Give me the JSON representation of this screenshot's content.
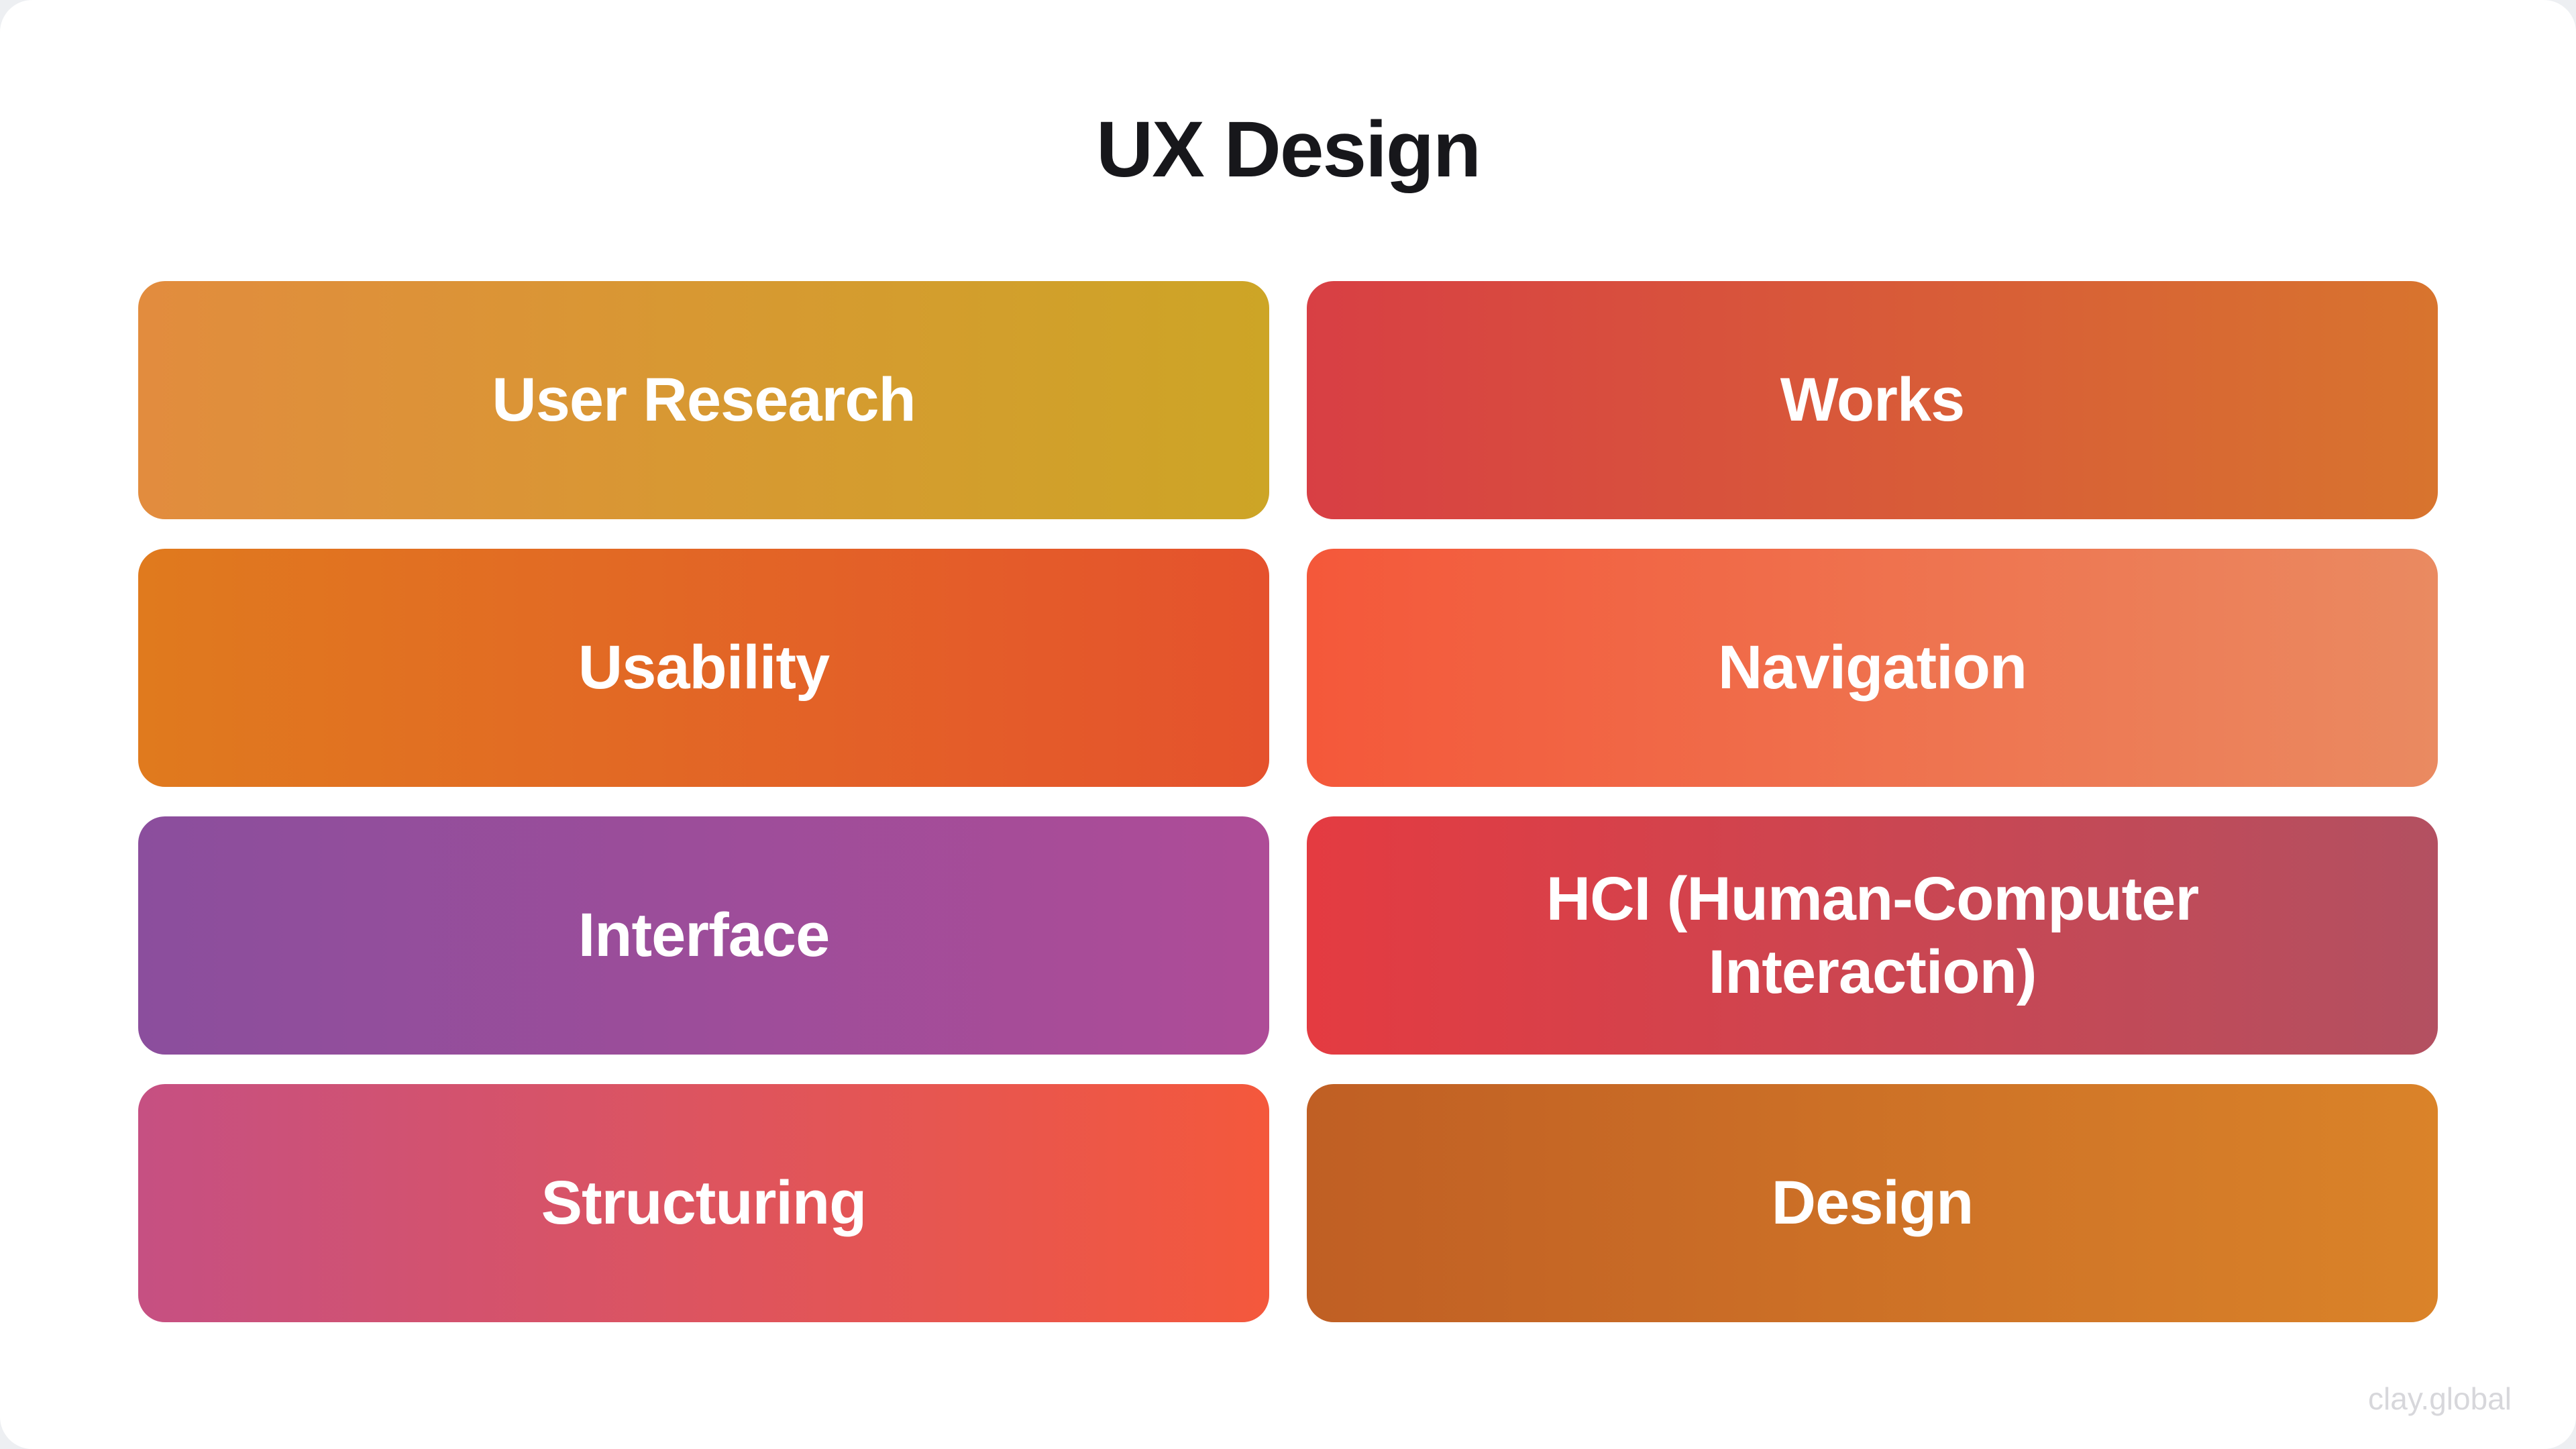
{
  "page": {
    "title": "UX Design",
    "watermark": "clay.global",
    "background": "#ffffff",
    "outer_background": "#edeff2",
    "title_color": "#17171b",
    "card_text_color": "#ffffff"
  },
  "cards": [
    {
      "label": "User Research",
      "gradient_from": "#E28C3E",
      "gradient_to": "#CDA526"
    },
    {
      "label": "Works",
      "gradient_from": "#D83F44",
      "gradient_to": "#D8742E"
    },
    {
      "label": "Usability",
      "gradient_from": "#E07A1E",
      "gradient_to": "#E5522D"
    },
    {
      "label": "Navigation",
      "gradient_from": "#F4583A",
      "gradient_to": "#EA8A61"
    },
    {
      "label": "Interface",
      "gradient_from": "#8B4E9D",
      "gradient_to": "#AE4C97"
    },
    {
      "label": "HCI (Human-Computer Interaction)",
      "gradient_from": "#E43B41",
      "gradient_to": "#B35061"
    },
    {
      "label": "Structuring",
      "gradient_from": "#C65082",
      "gradient_to": "#F4583C"
    },
    {
      "label": "Design",
      "gradient_from": "#C05F24",
      "gradient_to": "#DA8329"
    }
  ]
}
